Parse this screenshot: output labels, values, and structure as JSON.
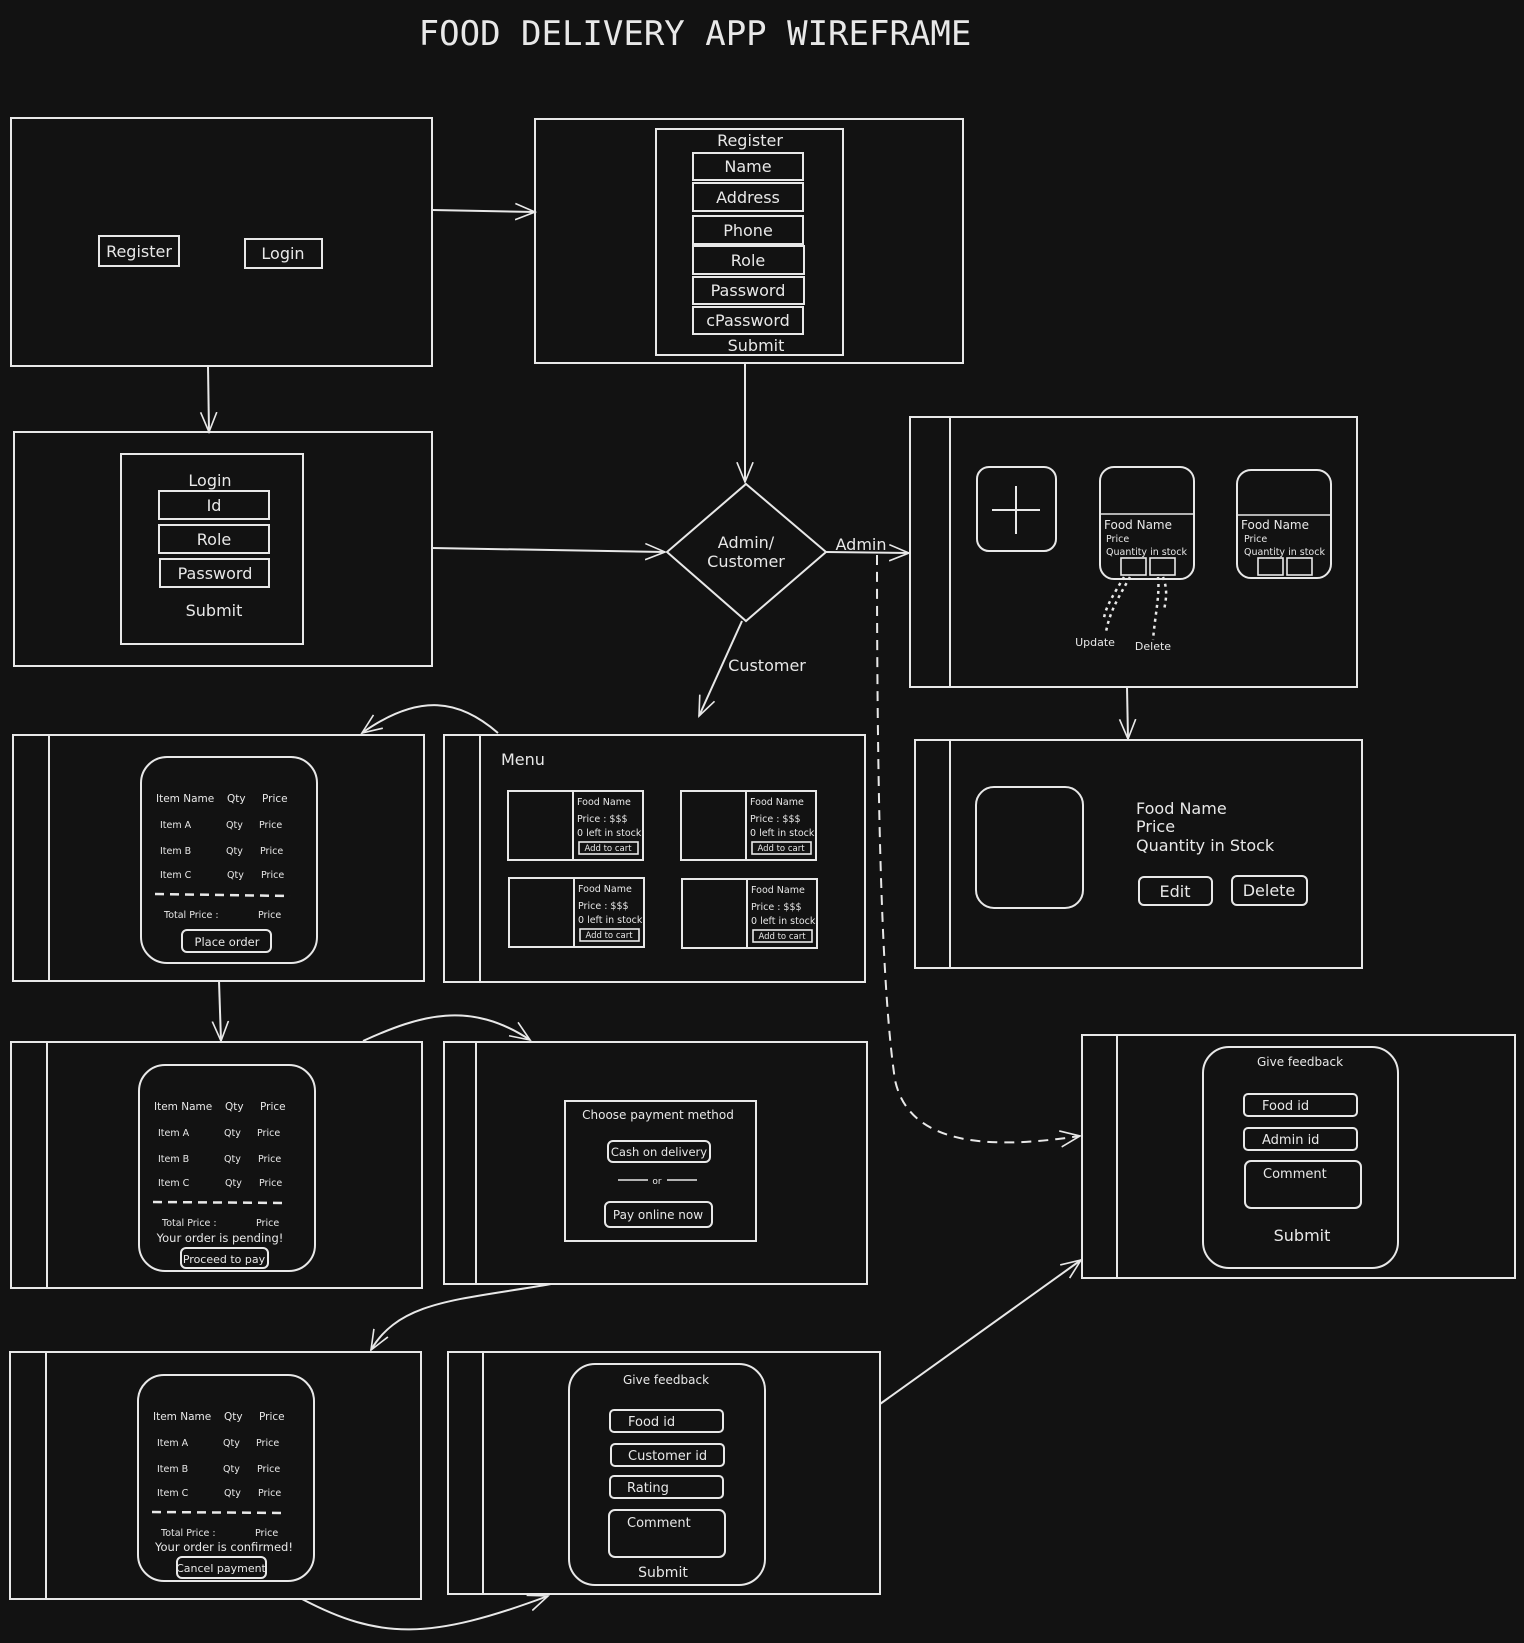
{
  "title": "FOOD DELIVERY APP WIREFRAME",
  "start_screen": {
    "register": "Register",
    "login": "Login"
  },
  "register_form": {
    "heading": "Register",
    "fields": [
      "Name",
      "Address",
      "Phone",
      "Role",
      "Password",
      "cPassword"
    ],
    "submit": "Submit"
  },
  "login_form": {
    "heading": "Login",
    "fields": [
      "Id",
      "Role",
      "Password"
    ],
    "submit": "Submit"
  },
  "decision": {
    "line1": "Admin/",
    "line2": "Customer",
    "admin_edge": "Admin",
    "customer_edge": "Customer"
  },
  "admin_dashboard": {
    "card_name": "Food Name",
    "card_price": "Price",
    "card_qty": "Quantity in stock",
    "update_label": "Update",
    "delete_label": "Delete"
  },
  "admin_detail": {
    "name": "Food Name",
    "price": "Price",
    "qty": "Quantity in Stock",
    "edit": "Edit",
    "delete": "Delete"
  },
  "menu": {
    "heading": "Menu",
    "item_name": "Food Name",
    "item_price": "Price : $$$",
    "item_stock": "0 left in stock",
    "add_to_cart": "Add to cart"
  },
  "cart": {
    "col_item": "Item Name",
    "col_qty": "Qty",
    "col_price": "Price",
    "rows": [
      {
        "item": "Item A",
        "qty": "Qty",
        "price": "Price"
      },
      {
        "item": "Item B",
        "qty": "Qty",
        "price": "Price"
      },
      {
        "item": "Item C",
        "qty": "Qty",
        "price": "Price"
      }
    ],
    "total_label": "Total Price :",
    "total_value": "Price",
    "place_order": "Place order",
    "pending_msg": "Your order is pending!",
    "proceed": "Proceed to pay",
    "confirmed_msg": "Your order is confirmed!",
    "cancel": "Cancel payment"
  },
  "payment": {
    "heading": "Choose payment method",
    "cod": "Cash on delivery",
    "or": "or",
    "online": "Pay online now"
  },
  "customer_feedback": {
    "heading": "Give feedback",
    "food_id": "Food id",
    "customer_id": "Customer id",
    "rating": "Rating",
    "comment": "Comment",
    "submit": "Submit"
  },
  "admin_feedback": {
    "heading": "Give feedback",
    "food_id": "Food id",
    "admin_id": "Admin id",
    "comment": "Comment",
    "submit": "Submit"
  },
  "colors": {
    "background": "#121212",
    "stroke": "#e8e8e8"
  }
}
